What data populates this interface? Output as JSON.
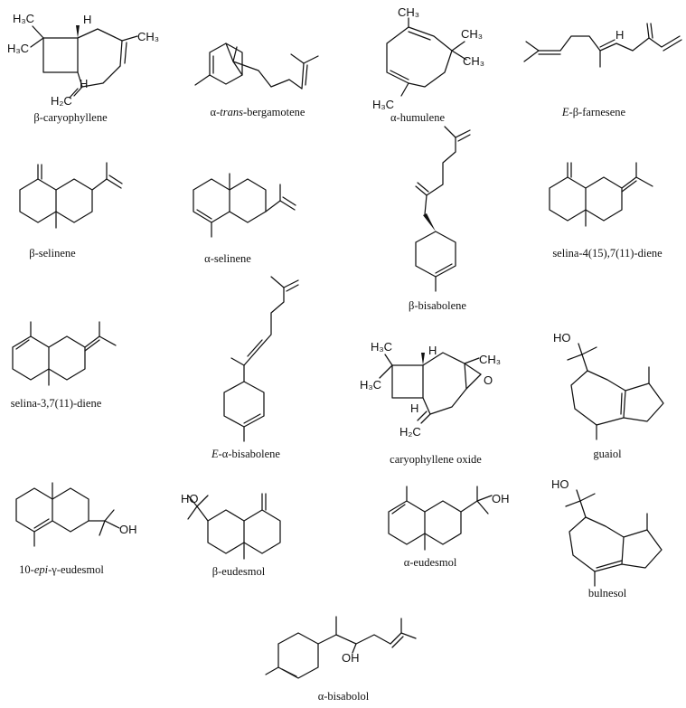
{
  "compounds": [
    {
      "id": "b-caryophyllene",
      "name": "β-caryophyllene"
    },
    {
      "id": "a-trans-bergamotene",
      "prefix": "α-",
      "italic": "trans",
      "suffix": "-bergamotene"
    },
    {
      "id": "a-humulene",
      "name": "α-humulene"
    },
    {
      "id": "e-b-farnesene",
      "prefix": "",
      "italic": "E",
      "suffix": "-β-farnesene"
    },
    {
      "id": "b-selinene",
      "name": "β-selinene"
    },
    {
      "id": "a-selinene",
      "name": "α-selinene"
    },
    {
      "id": "b-bisabolene",
      "name": "β-bisabolene"
    },
    {
      "id": "selina-4-15-7-11-diene",
      "name": "selina-4(15),7(11)-diene"
    },
    {
      "id": "selina-3-7-11-diene",
      "name": "selina-3,7(11)-diene"
    },
    {
      "id": "e-a-bisabolene",
      "prefix": "",
      "italic": "E",
      "suffix": "-α-bisabolene"
    },
    {
      "id": "caryophyllene-oxide",
      "name": "caryophyllene oxide"
    },
    {
      "id": "guaiol",
      "name": "guaiol"
    },
    {
      "id": "10-epi-g-eudesmol",
      "prefix": "10-",
      "italic": "epi",
      "suffix": "-γ-eudesmol"
    },
    {
      "id": "b-eudesmol",
      "name": "β-eudesmol"
    },
    {
      "id": "a-eudesmol",
      "name": "α-eudesmol"
    },
    {
      "id": "bulnesol",
      "name": "bulnesol"
    },
    {
      "id": "a-bisabolol",
      "name": "α-bisabolol"
    }
  ],
  "atoms": {
    "h3c": "H₃C",
    "ch3": "CH₃",
    "h2c": "H₂C",
    "h": "H",
    "ho": "HO",
    "oh": "OH",
    "o": "O"
  }
}
